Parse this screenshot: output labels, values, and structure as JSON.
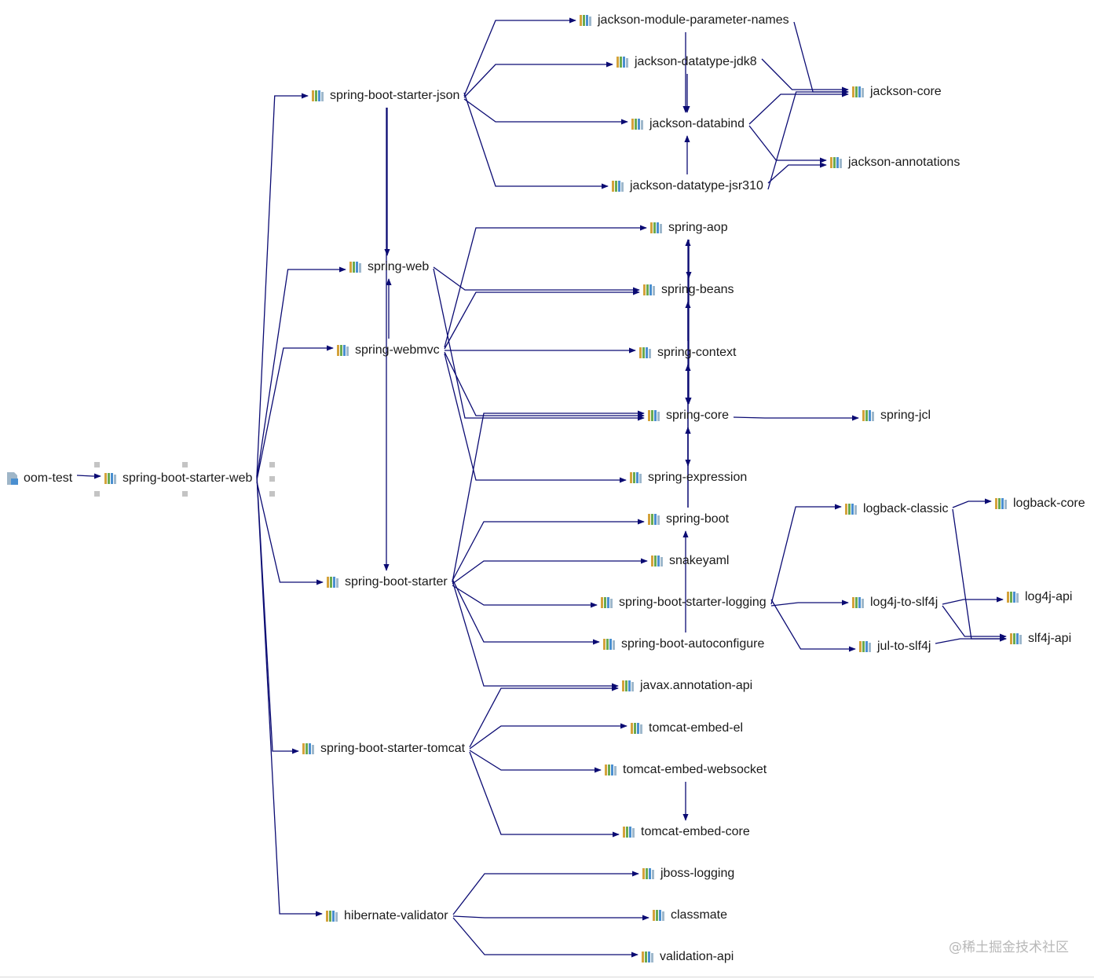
{
  "colors": {
    "edge": "#0b0b73",
    "library": [
      "#d4a23b",
      "#6aaa4f",
      "#4a8fd0",
      "#9eb8cc"
    ],
    "module": "#4a8fd0"
  },
  "nodes": [
    {
      "id": "oom-test",
      "label": "oom-test",
      "icon": "module-icon"
    },
    {
      "id": "spring-boot-starter-web",
      "label": "spring-boot-starter-web",
      "icon": "library-icon",
      "selected": true
    },
    {
      "id": "spring-boot-starter-json",
      "label": "spring-boot-starter-json",
      "icon": "library-icon"
    },
    {
      "id": "spring-web",
      "label": "spring-web",
      "icon": "library-icon"
    },
    {
      "id": "spring-webmvc",
      "label": "spring-webmvc",
      "icon": "library-icon"
    },
    {
      "id": "spring-boot-starter",
      "label": "spring-boot-starter",
      "icon": "library-icon"
    },
    {
      "id": "spring-boot-starter-tomcat",
      "label": "spring-boot-starter-tomcat",
      "icon": "library-icon"
    },
    {
      "id": "hibernate-validator",
      "label": "hibernate-validator",
      "icon": "library-icon"
    },
    {
      "id": "jackson-module-parameter-names",
      "label": "jackson-module-parameter-names",
      "icon": "library-icon"
    },
    {
      "id": "jackson-datatype-jdk8",
      "label": "jackson-datatype-jdk8",
      "icon": "library-icon"
    },
    {
      "id": "jackson-databind",
      "label": "jackson-databind",
      "icon": "library-icon"
    },
    {
      "id": "jackson-datatype-jsr310",
      "label": "jackson-datatype-jsr310",
      "icon": "library-icon"
    },
    {
      "id": "jackson-core",
      "label": "jackson-core",
      "icon": "library-icon"
    },
    {
      "id": "jackson-annotations",
      "label": "jackson-annotations",
      "icon": "library-icon"
    },
    {
      "id": "spring-aop",
      "label": "spring-aop",
      "icon": "library-icon"
    },
    {
      "id": "spring-beans",
      "label": "spring-beans",
      "icon": "library-icon"
    },
    {
      "id": "spring-context",
      "label": "spring-context",
      "icon": "library-icon"
    },
    {
      "id": "spring-core",
      "label": "spring-core",
      "icon": "library-icon"
    },
    {
      "id": "spring-jcl",
      "label": "spring-jcl",
      "icon": "library-icon"
    },
    {
      "id": "spring-expression",
      "label": "spring-expression",
      "icon": "library-icon"
    },
    {
      "id": "spring-boot",
      "label": "spring-boot",
      "icon": "library-icon"
    },
    {
      "id": "snakeyaml",
      "label": "snakeyaml",
      "icon": "library-icon"
    },
    {
      "id": "spring-boot-starter-logging",
      "label": "spring-boot-starter-logging",
      "icon": "library-icon"
    },
    {
      "id": "spring-boot-autoconfigure",
      "label": "spring-boot-autoconfigure",
      "icon": "library-icon"
    },
    {
      "id": "javax.annotation-api",
      "label": "javax.annotation-api",
      "icon": "library-icon"
    },
    {
      "id": "logback-classic",
      "label": "logback-classic",
      "icon": "library-icon"
    },
    {
      "id": "logback-core",
      "label": "logback-core",
      "icon": "library-icon"
    },
    {
      "id": "log4j-to-slf4j",
      "label": "log4j-to-slf4j",
      "icon": "library-icon"
    },
    {
      "id": "log4j-api",
      "label": "log4j-api",
      "icon": "library-icon"
    },
    {
      "id": "jul-to-slf4j",
      "label": "jul-to-slf4j",
      "icon": "library-icon"
    },
    {
      "id": "slf4j-api",
      "label": "slf4j-api",
      "icon": "library-icon"
    },
    {
      "id": "tomcat-embed-el",
      "label": "tomcat-embed-el",
      "icon": "library-icon"
    },
    {
      "id": "tomcat-embed-websocket",
      "label": "tomcat-embed-websocket",
      "icon": "library-icon"
    },
    {
      "id": "tomcat-embed-core",
      "label": "tomcat-embed-core",
      "icon": "library-icon"
    },
    {
      "id": "jboss-logging",
      "label": "jboss-logging",
      "icon": "library-icon"
    },
    {
      "id": "classmate",
      "label": "classmate",
      "icon": "library-icon"
    },
    {
      "id": "validation-api",
      "label": "validation-api",
      "icon": "library-icon"
    }
  ],
  "edges": [
    [
      "oom-test",
      "spring-boot-starter-web"
    ],
    [
      "spring-boot-starter-web",
      "spring-boot-starter-json"
    ],
    [
      "spring-boot-starter-web",
      "spring-web"
    ],
    [
      "spring-boot-starter-web",
      "spring-webmvc"
    ],
    [
      "spring-boot-starter-web",
      "spring-boot-starter"
    ],
    [
      "spring-boot-starter-web",
      "spring-boot-starter-tomcat"
    ],
    [
      "spring-boot-starter-web",
      "hibernate-validator"
    ],
    [
      "spring-boot-starter-json",
      "jackson-module-parameter-names"
    ],
    [
      "spring-boot-starter-json",
      "jackson-datatype-jdk8"
    ],
    [
      "spring-boot-starter-json",
      "jackson-databind"
    ],
    [
      "spring-boot-starter-json",
      "jackson-datatype-jsr310"
    ],
    [
      "spring-boot-starter-json",
      "spring-web"
    ],
    [
      "spring-boot-starter-json",
      "spring-boot-starter"
    ],
    [
      "jackson-module-parameter-names",
      "jackson-core"
    ],
    [
      "jackson-module-parameter-names",
      "jackson-databind"
    ],
    [
      "jackson-datatype-jdk8",
      "jackson-core"
    ],
    [
      "jackson-datatype-jdk8",
      "jackson-databind"
    ],
    [
      "jackson-databind",
      "jackson-core"
    ],
    [
      "jackson-databind",
      "jackson-annotations"
    ],
    [
      "jackson-datatype-jsr310",
      "jackson-core"
    ],
    [
      "jackson-datatype-jsr310",
      "jackson-annotations"
    ],
    [
      "jackson-datatype-jsr310",
      "jackson-databind"
    ],
    [
      "spring-web",
      "spring-beans"
    ],
    [
      "spring-web",
      "spring-core"
    ],
    [
      "spring-webmvc",
      "spring-web"
    ],
    [
      "spring-webmvc",
      "spring-aop"
    ],
    [
      "spring-webmvc",
      "spring-beans"
    ],
    [
      "spring-webmvc",
      "spring-context"
    ],
    [
      "spring-webmvc",
      "spring-core"
    ],
    [
      "spring-webmvc",
      "spring-expression"
    ],
    [
      "spring-aop",
      "spring-beans"
    ],
    [
      "spring-aop",
      "spring-core"
    ],
    [
      "spring-beans",
      "spring-core"
    ],
    [
      "spring-context",
      "spring-aop"
    ],
    [
      "spring-context",
      "spring-beans"
    ],
    [
      "spring-context",
      "spring-core"
    ],
    [
      "spring-context",
      "spring-expression"
    ],
    [
      "spring-expression",
      "spring-core"
    ],
    [
      "spring-core",
      "spring-jcl"
    ],
    [
      "spring-boot",
      "spring-core"
    ],
    [
      "spring-boot",
      "spring-context"
    ],
    [
      "spring-boot-starter",
      "spring-boot"
    ],
    [
      "spring-boot-starter",
      "spring-core"
    ],
    [
      "spring-boot-starter",
      "snakeyaml"
    ],
    [
      "spring-boot-starter",
      "spring-boot-starter-logging"
    ],
    [
      "spring-boot-starter",
      "spring-boot-autoconfigure"
    ],
    [
      "spring-boot-starter",
      "javax.annotation-api"
    ],
    [
      "spring-boot-autoconfigure",
      "spring-boot"
    ],
    [
      "spring-boot-starter-logging",
      "logback-classic"
    ],
    [
      "spring-boot-starter-logging",
      "log4j-to-slf4j"
    ],
    [
      "spring-boot-starter-logging",
      "jul-to-slf4j"
    ],
    [
      "logback-classic",
      "logback-core"
    ],
    [
      "logback-classic",
      "slf4j-api"
    ],
    [
      "log4j-to-slf4j",
      "log4j-api"
    ],
    [
      "log4j-to-slf4j",
      "slf4j-api"
    ],
    [
      "jul-to-slf4j",
      "slf4j-api"
    ],
    [
      "spring-boot-starter-tomcat",
      "javax.annotation-api"
    ],
    [
      "spring-boot-starter-tomcat",
      "tomcat-embed-el"
    ],
    [
      "spring-boot-starter-tomcat",
      "tomcat-embed-websocket"
    ],
    [
      "spring-boot-starter-tomcat",
      "tomcat-embed-core"
    ],
    [
      "tomcat-embed-websocket",
      "tomcat-embed-core"
    ],
    [
      "hibernate-validator",
      "jboss-logging"
    ],
    [
      "hibernate-validator",
      "classmate"
    ],
    [
      "hibernate-validator",
      "validation-api"
    ]
  ],
  "watermark": "@稀土掘金技术社区"
}
